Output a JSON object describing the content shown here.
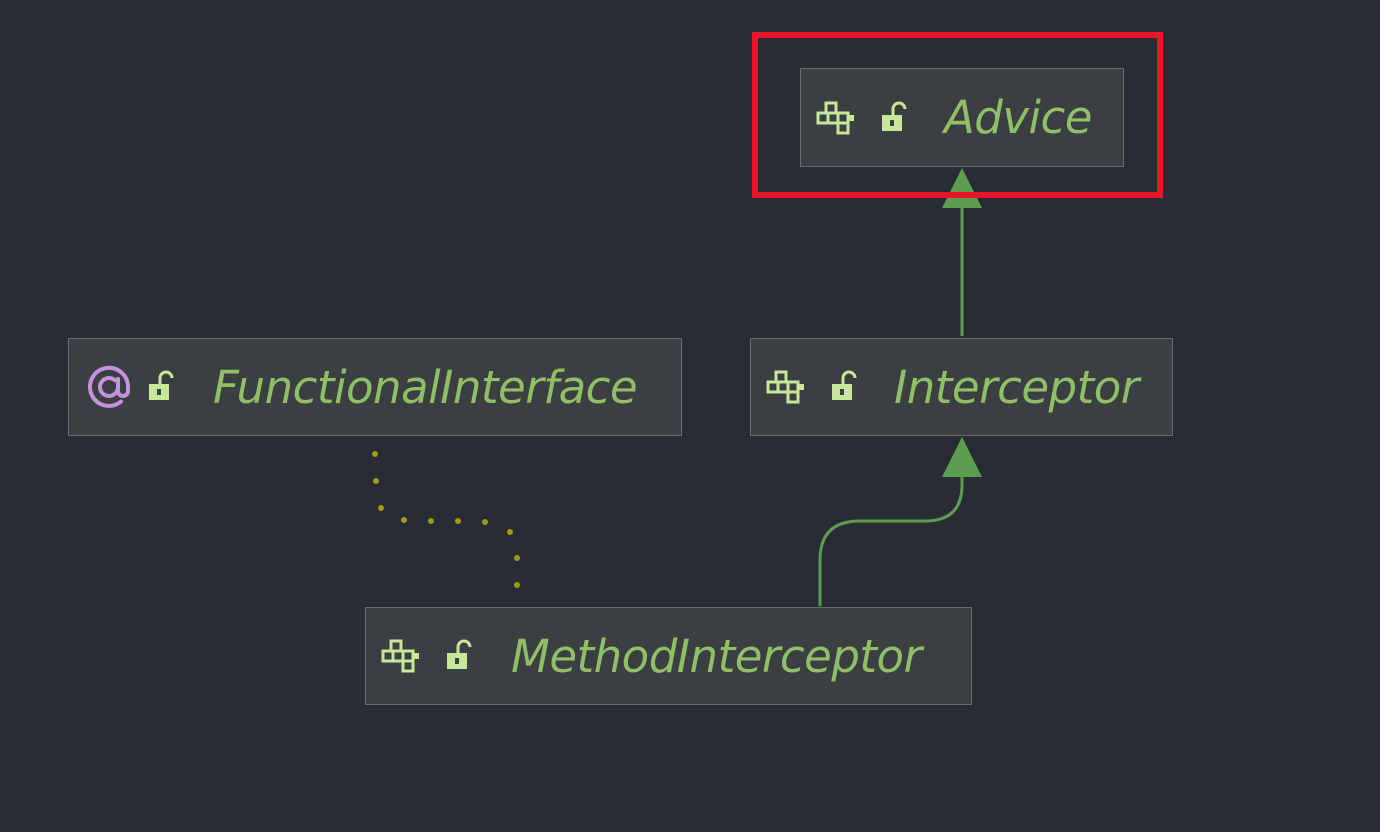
{
  "diagram": {
    "nodes": [
      {
        "id": "advice",
        "name": "Advice",
        "kind": "interface",
        "icons": [
          "interface-icon",
          "lock-open-icon"
        ]
      },
      {
        "id": "functional",
        "name": "FunctionalInterface",
        "kind": "annotation",
        "icons": [
          "annotation-icon",
          "lock-open-icon"
        ]
      },
      {
        "id": "interceptor",
        "name": "Interceptor",
        "kind": "interface",
        "icons": [
          "interface-icon",
          "lock-open-icon"
        ]
      },
      {
        "id": "method",
        "name": "MethodInterceptor",
        "kind": "interface",
        "icons": [
          "interface-icon",
          "lock-open-icon"
        ]
      }
    ],
    "edges": [
      {
        "from": "interceptor",
        "to": "advice",
        "type": "extends",
        "style": "solid",
        "color": "#5e9c4f"
      },
      {
        "from": "method",
        "to": "interceptor",
        "type": "extends",
        "style": "solid",
        "color": "#5e9c4f"
      },
      {
        "from": "method",
        "to": "functional",
        "type": "annotated-by",
        "style": "dotted",
        "color": "#a39a12"
      }
    ],
    "highlighted": "advice"
  },
  "colors": {
    "background": "#282c35",
    "node_fill": "#3c3f41",
    "node_border": "#6a6d70",
    "label": "#8fbf67",
    "interface_icon": "#c7e89a",
    "annotation_icon": "#c692de",
    "highlight": "#e8152b"
  }
}
